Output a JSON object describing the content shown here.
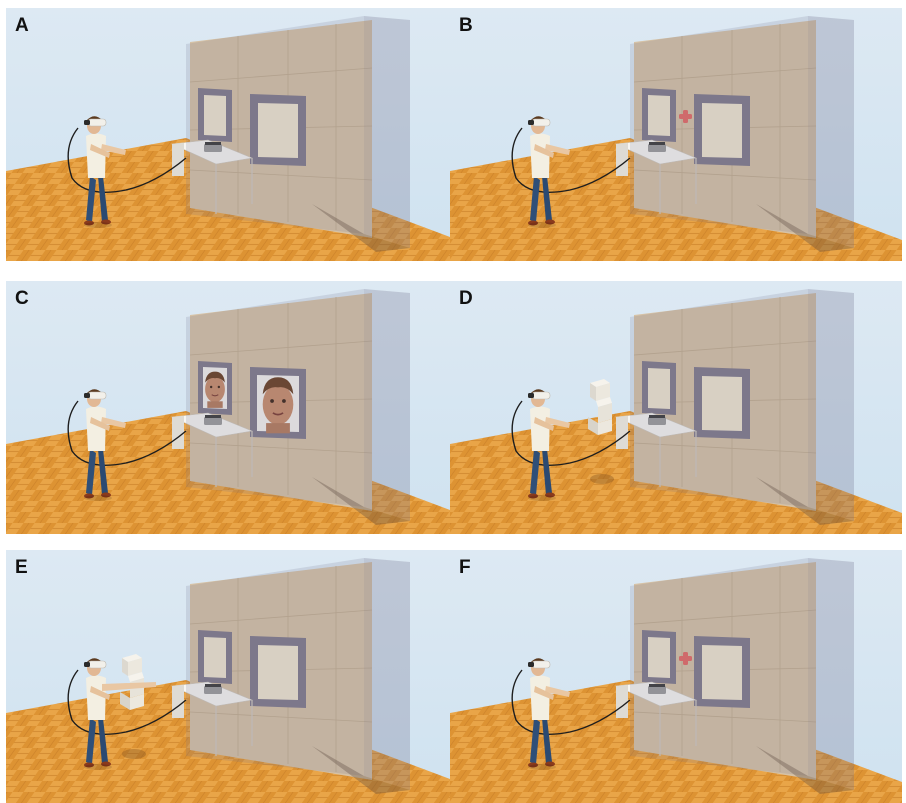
{
  "panels": [
    {
      "label": "A",
      "variant": "empty"
    },
    {
      "label": "B",
      "variant": "cross"
    },
    {
      "label": "C",
      "variant": "faces"
    },
    {
      "label": "D",
      "variant": "shape"
    },
    {
      "label": "E",
      "variant": "shape-reach"
    },
    {
      "label": "F",
      "variant": "cross"
    }
  ],
  "colors": {
    "sky": "#cfe2f0",
    "floor": "#dd9333",
    "wall": "#d6c2a6",
    "glass": "#6f6e8c",
    "frame": "#807a8c",
    "screen": "#efe6d0",
    "cross": "#e56a64"
  }
}
